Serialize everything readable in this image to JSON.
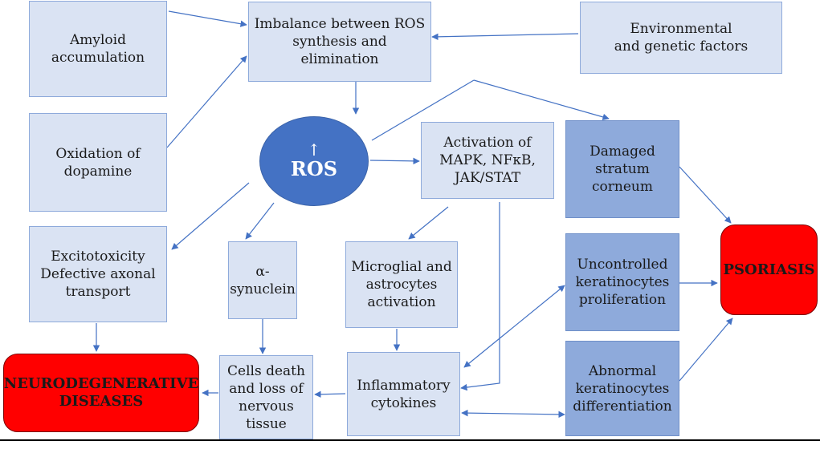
{
  "colors": {
    "box_light": "#dae3f3",
    "box_dark": "#8eaadb",
    "ros_circle": "#4472c4",
    "disease_red": "#ff0000",
    "arrow": "#4472c4"
  },
  "nodes": {
    "amyloid": "Amyloid\naccumulation",
    "imbalance": "Imbalance between ROS\nsynthesis and\nelimination",
    "environmental": "Environmental\nand genetic factors",
    "oxidation": "Oxidation of\ndopamine",
    "ros_arrow": "↑",
    "ros": "ROS",
    "activation": "Activation of\nMAPK, NFκB,\nJAK/STAT",
    "damaged": "Damaged\nstratum\ncorneum",
    "excitotoxicity": "Excitotoxicity\nDefective axonal\ntransport",
    "synuclein": "α-\nsynuclein",
    "microglial": "Microglial and\nastrocytes\nactivation",
    "uncontrolled": "Uncontrolled\nkeratinocytes\nproliferation",
    "psoriasis": "PSORIASIS",
    "neurodegenerative": "NEURODEGENERATIVE\nDISEASES",
    "cells_death": "Cells death\nand loss of\nnervous\ntissue",
    "inflammatory": "Inflammatory\ncytokines",
    "abnormal": "Abnormal\nkeratinocytes\ndifferentiation"
  }
}
